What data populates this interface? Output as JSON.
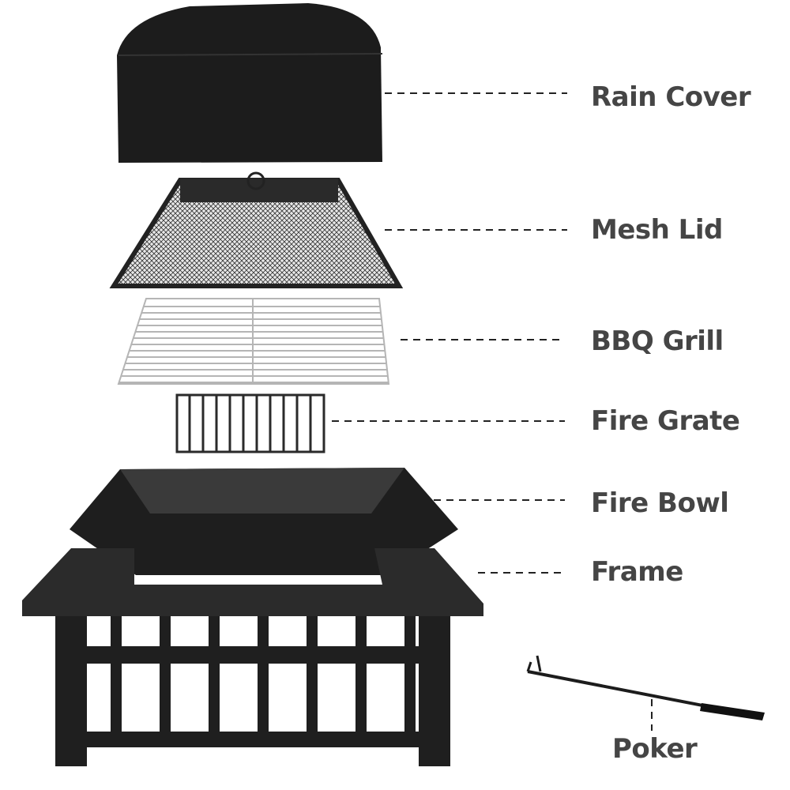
{
  "labels": {
    "rain_cover": "Rain Cover",
    "mesh_lid": "Mesh Lid",
    "bbq_grill": "BBQ Grill",
    "fire_grate": "Fire Grate",
    "fire_bowl": "Fire Bowl",
    "frame": "Frame",
    "poker": "Poker"
  },
  "colors": {
    "label": "#454545",
    "metal": "#1f1f1f",
    "grill": "#b5b5b5"
  }
}
